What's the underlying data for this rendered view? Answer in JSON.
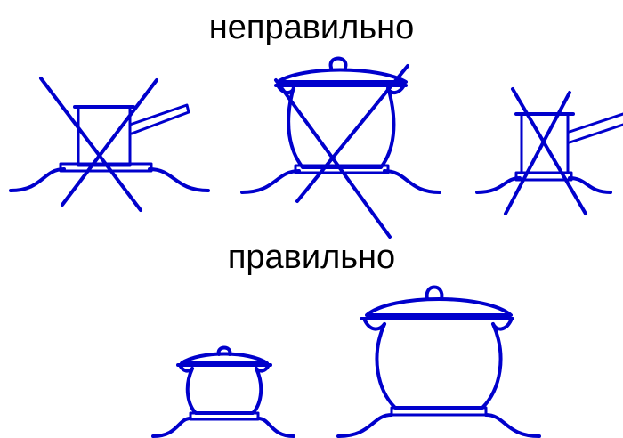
{
  "captions": {
    "wrong": "неправильно",
    "right": "правильно"
  },
  "colors": {
    "ink": "#0000cc",
    "text": "#000000",
    "background": "#ffffff"
  },
  "groups": [
    {
      "caption_key": "wrong",
      "items": [
        "small-ladle-on-large-burner",
        "large-pot-on-small-burner",
        "tall-ladle-on-large-burner"
      ],
      "crossed_out": true
    },
    {
      "caption_key": "right",
      "items": [
        "small-pot-on-matching-burner",
        "large-pot-on-matching-burner"
      ],
      "crossed_out": false
    }
  ]
}
